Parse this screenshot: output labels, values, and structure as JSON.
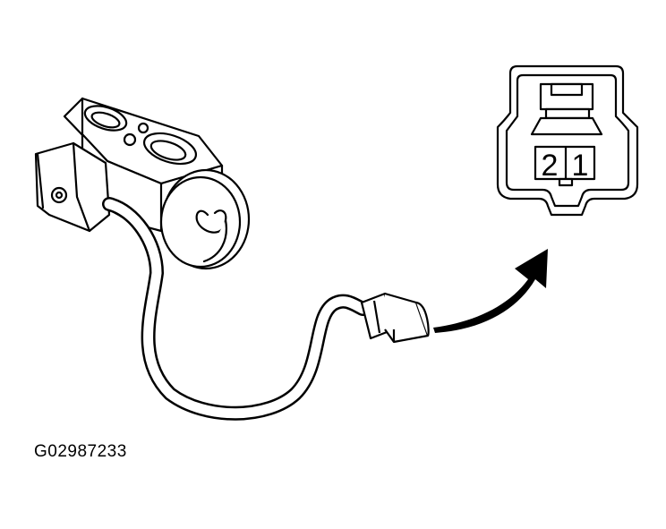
{
  "figure_code": "G02987233",
  "connector": {
    "pins": [
      "2",
      "1"
    ]
  },
  "parts": {
    "valve_icon": "expansion-valve-icon",
    "harness_icon": "wire-harness-icon",
    "plug_icon": "harness-plug-icon",
    "arrow_icon": "curved-arrow-icon",
    "face_icon": "connector-face-icon"
  },
  "colors": {
    "line": "#000000",
    "background": "#ffffff"
  }
}
